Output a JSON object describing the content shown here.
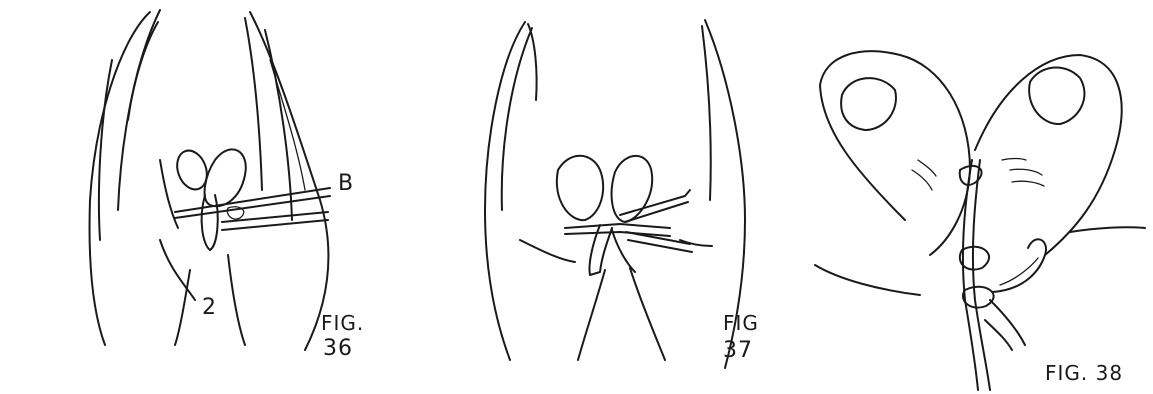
{
  "figures": [
    {
      "fig_label": "FIG.",
      "fig_number": "36",
      "marks": {
        "b": "B",
        "two": "2"
      }
    },
    {
      "fig_label": "FIG",
      "fig_number": "37"
    },
    {
      "fig_label": "FIG. 38"
    }
  ]
}
